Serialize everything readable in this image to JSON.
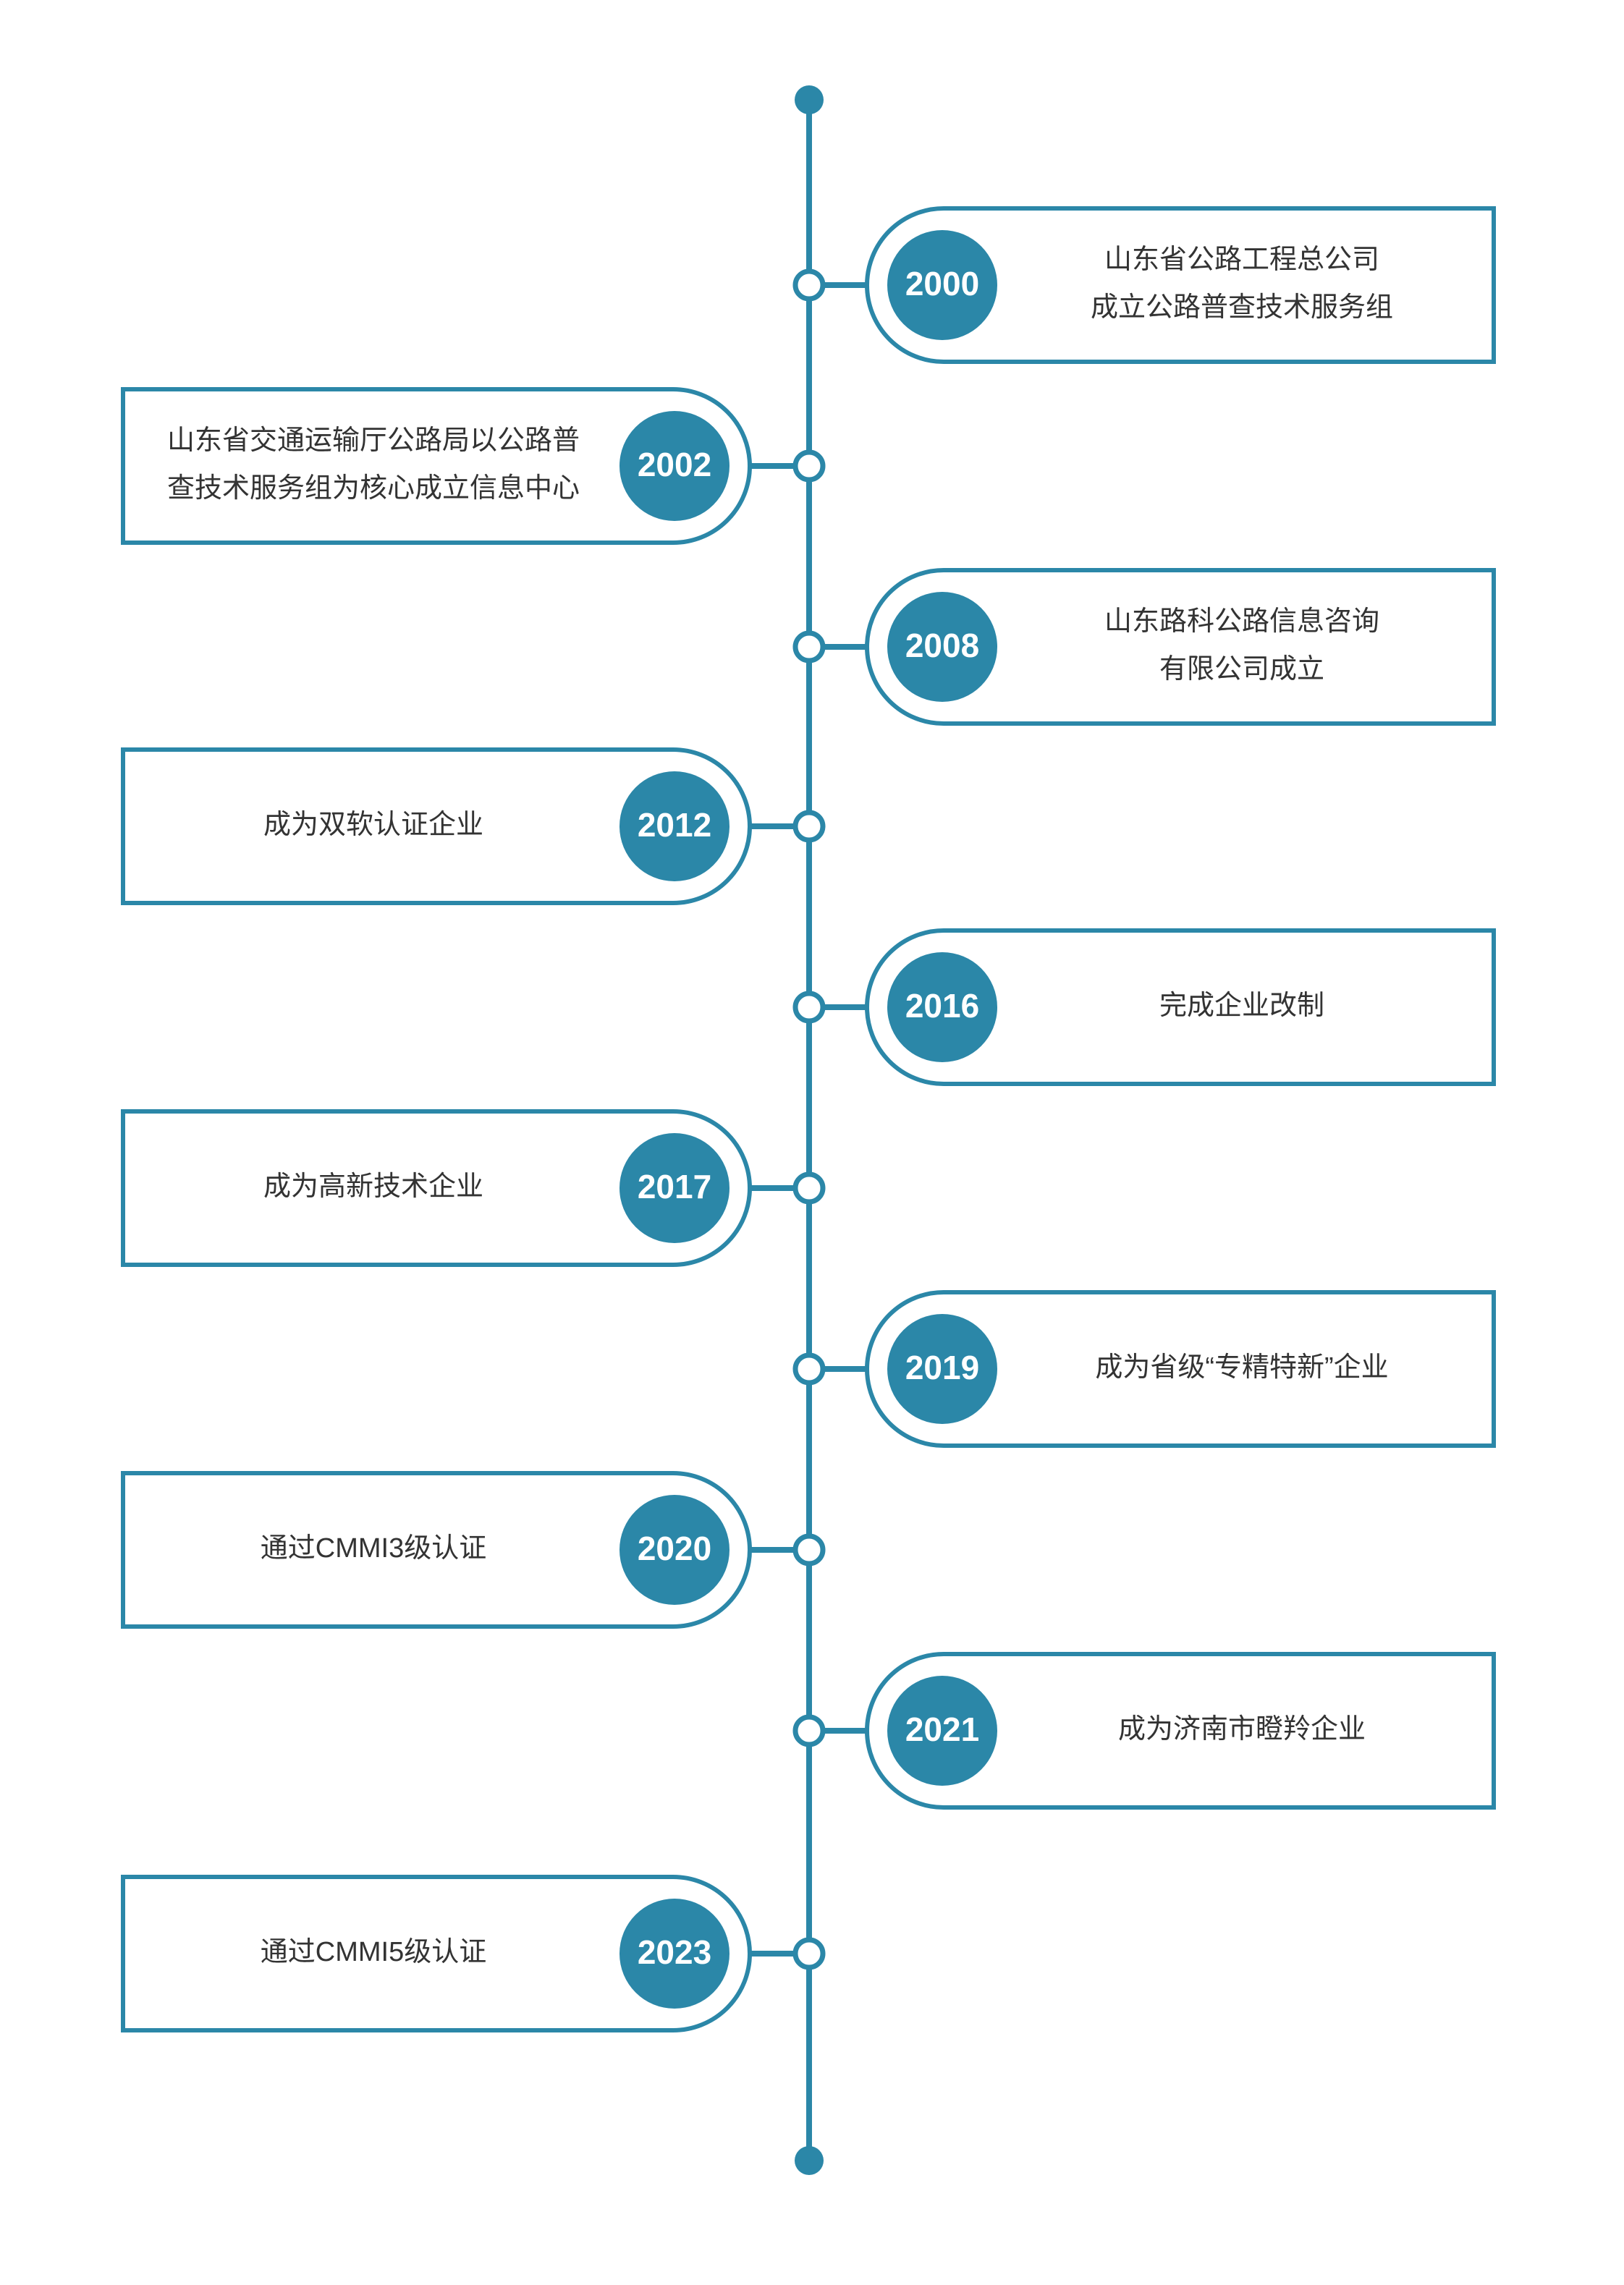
{
  "colors": {
    "line": "#2b87a8",
    "frame": "#2b87a8",
    "badge": "#2b87a8",
    "text": "#333333",
    "background": "#ffffff"
  },
  "events": [
    {
      "year": "2000",
      "side": "right",
      "lines": [
        "山东省公路工程总公司",
        "成立公路普查技术服务组"
      ]
    },
    {
      "year": "2002",
      "side": "left",
      "lines": [
        "山东省交通运输厅公路局以公路普",
        "查技术服务组为核心成立信息中心"
      ]
    },
    {
      "year": "2008",
      "side": "right",
      "lines": [
        "山东路科公路信息咨询",
        "有限公司成立"
      ]
    },
    {
      "year": "2012",
      "side": "left",
      "lines": [
        "成为双软认证企业"
      ]
    },
    {
      "year": "2016",
      "side": "right",
      "lines": [
        "完成企业改制"
      ]
    },
    {
      "year": "2017",
      "side": "left",
      "lines": [
        "成为高新技术企业"
      ]
    },
    {
      "year": "2019",
      "side": "right",
      "lines": [
        "成为省级“专精特新”企业"
      ]
    },
    {
      "year": "2020",
      "side": "left",
      "lines": [
        "通过CMMI3级认证"
      ]
    },
    {
      "year": "2021",
      "side": "right",
      "lines": [
        "成为济南市瞪羚企业"
      ]
    },
    {
      "year": "2023",
      "side": "left",
      "lines": [
        "通过CMMI5级认证"
      ]
    }
  ]
}
